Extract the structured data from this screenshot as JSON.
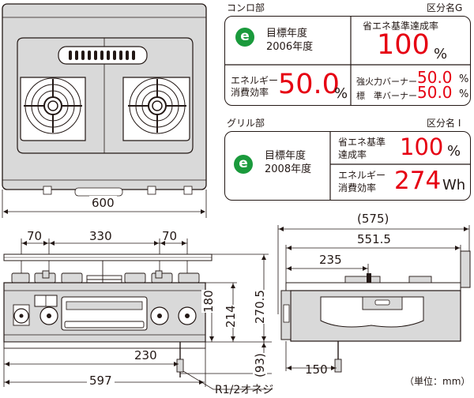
{
  "konro": {
    "header": "コンロ部",
    "category": "区分名G",
    "icon": "energy-saving-e-icon",
    "target_year_line1": "目標年度",
    "target_year_line2": "2006年度",
    "rate_label": "省エネ基準達成率",
    "rate_value": "100",
    "rate_unit": "%",
    "eff_label_line1": "エネルギー",
    "eff_label_line2": "消費効率",
    "eff_value": "50.0",
    "eff_unit": "%",
    "burner_strong_label": "強火力バーナー",
    "burner_strong_value": "50.0",
    "burner_std_label": "標　準バーナー",
    "burner_std_value": "50.0",
    "burner_unit": "%"
  },
  "grill": {
    "header": "グリル部",
    "category": "区分名 I",
    "icon": "energy-saving-e-icon",
    "target_year_line1": "目標年度",
    "target_year_line2": "2008年度",
    "rate_label_line1": "省エネ基準",
    "rate_label_line2": "達成率",
    "rate_value": "100",
    "rate_unit": "%",
    "eff_label_line1": "エネルギー",
    "eff_label_line2": "消費効率",
    "eff_value": "274",
    "eff_unit": "Wh"
  },
  "dimensions": {
    "top_width": "600",
    "front_width": "597",
    "front_left_offset": "70",
    "front_center_span": "330",
    "front_right_offset": "70",
    "front_height_180": "180",
    "front_height_214": "214",
    "front_height_2705": "270.5",
    "gas_offset_230": "230",
    "gas_drop_93": "(93)",
    "side_depth_575": "(575)",
    "side_depth_5515": "551.5",
    "side_depth_235": "235",
    "side_gas_150": "150"
  },
  "thread_label": "R1/2オネジ",
  "unit_note": "（単位：mm）",
  "colors": {
    "ink": "#231815",
    "accent_red": "#e60012",
    "eco_green": "#1a9a3c",
    "appliance_gray": "#d9d9d9"
  }
}
